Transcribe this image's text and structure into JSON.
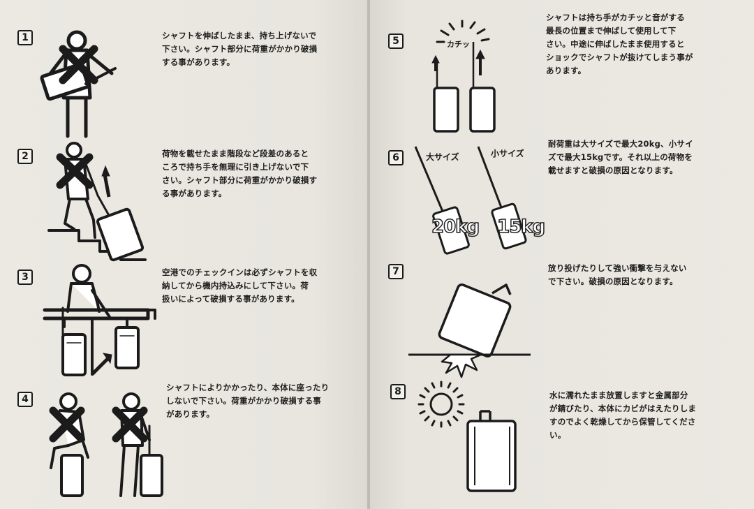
{
  "items": [
    {
      "num": "1",
      "text": "シャフトを伸ばしたまま、持ち上げないで\n下さい。シャフト部分に荷重がかかり破損\nする事があります。"
    },
    {
      "num": "2",
      "text": "荷物を載せたまま階段など段差のあると\nころで持ち手を無理に引き上げないで下\nさい。シャフト部分に荷重がかかり破損す\nる事があります。"
    },
    {
      "num": "3",
      "text": "空港でのチェックインは必ずシャフトを収\n納してから機内持込みにして下さい。荷\n扱いによって破損する事があります。"
    },
    {
      "num": "4",
      "text": "シャフトによりかかったり、本体に座ったり\nしないで下さい。荷重がかかり破損する事\nがあります。"
    },
    {
      "num": "5",
      "text": "シャフトは持ち手がカチッと音がする\n最長の位置まで伸ばして使用して下\nさい。中途に伸ばしたまま使用すると\nショックでシャフトが抜けてしまう事が\nあります。"
    },
    {
      "num": "6",
      "text": "耐荷重は大サイズで最大20kg、小サイ\nズで最大15kgです。それ以上の荷物を\n載せますと破損の原因となります。"
    },
    {
      "num": "7",
      "text": "放り投げたりして強い衝撃を与えない\nで下さい。破損の原因となります。"
    },
    {
      "num": "8",
      "text": "水に濡れたまま放置しますと金属部分\nが錆びたり、本体にカビがはえたりしま\nすのでよく乾燥してから保管してくださ\nい。"
    }
  ],
  "illustration_labels": {
    "click_sound": "カチッ",
    "large_size": "大サイズ",
    "small_size": "小サイズ",
    "large_weight": "20kg",
    "small_weight": "15kg"
  },
  "icons": {
    "prohibited_mark": "x-mark-icon",
    "arrow": "arrow-up-icon",
    "sun": "sun-icon",
    "impact": "impact-burst-icon"
  },
  "colors": {
    "paper": "#ebe9e2",
    "ink": "#1b1b1b"
  }
}
